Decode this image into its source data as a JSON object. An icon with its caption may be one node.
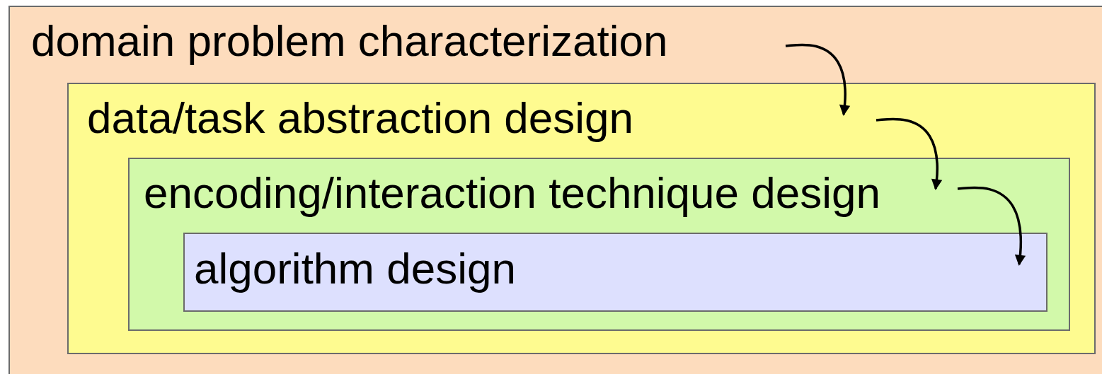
{
  "diagram": {
    "nodes": [
      {
        "text": [
          "domain problem characterization"
        ]
      },
      {
        "text": [
          "data/task abstraction design"
        ],
        "in": 0
      },
      {
        "text": [
          "encoding/interaction technique design"
        ],
        "in": 1
      },
      {
        "text": [
          "algorithm design"
        ],
        "in": 2
      }
    ],
    "edges": [
      {
        "from": 0,
        "to": 1,
        "arrow": "to"
      },
      {
        "from": 1,
        "to": 2,
        "arrow": "to"
      },
      {
        "from": 2,
        "to": 3,
        "arrow": "to"
      }
    ]
  }
}
